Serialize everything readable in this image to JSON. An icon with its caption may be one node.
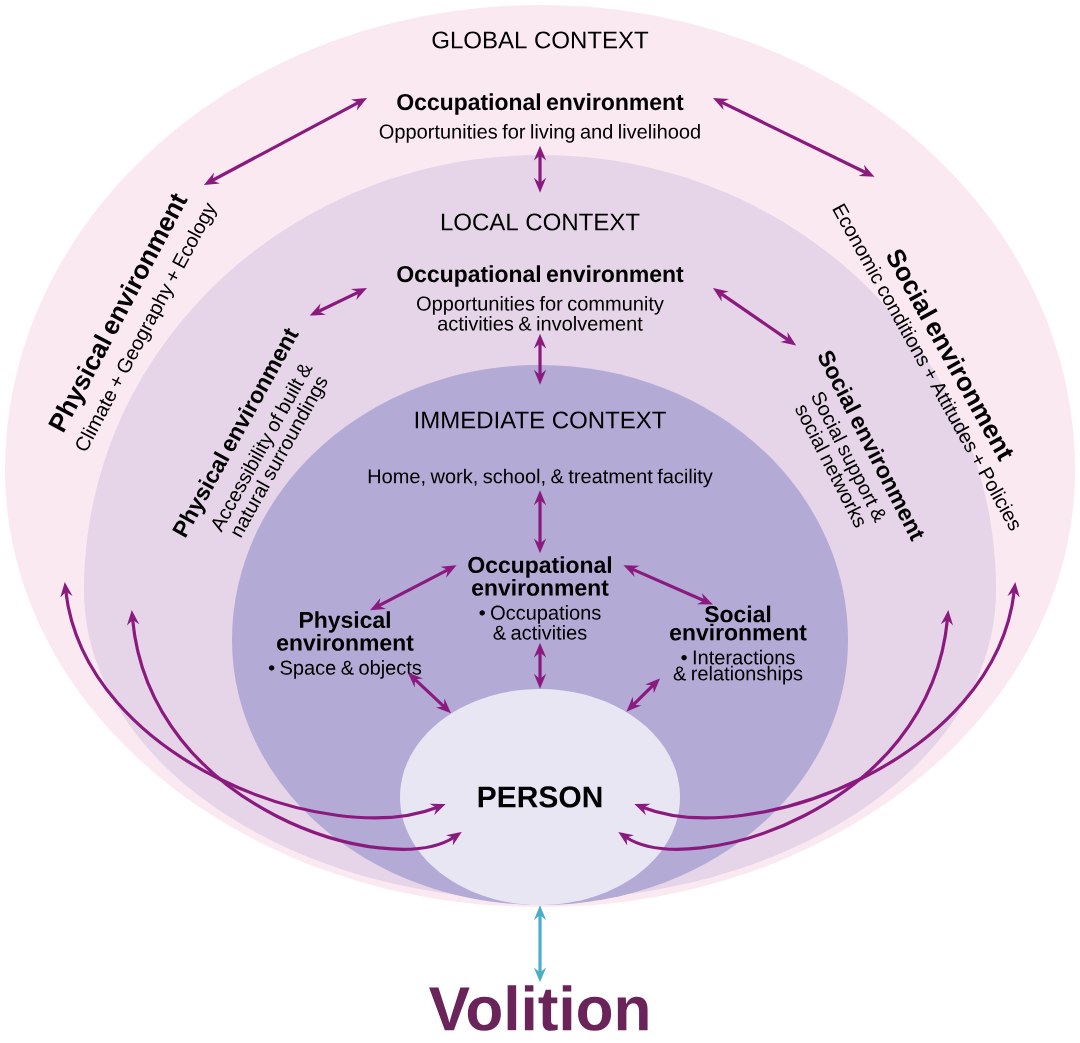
{
  "diagram": {
    "nodes": [
      {
        "text": [
          "GLOBAL CONTEXT"
        ]
      },
      {
        "text": [
          "Occupational environment",
          "Opportunities for living and livelihood"
        ],
        "in": 0
      },
      {
        "text": [
          "Physical environment",
          "Climate + Geography + Ecology"
        ],
        "in": 0
      },
      {
        "text": [
          "Social environment",
          "Economic conditions + Attitudes + Policies"
        ],
        "in": 0
      },
      {
        "text": [
          "LOCAL CONTEXT"
        ],
        "in": 0
      },
      {
        "text": [
          "Occupational environment",
          "Opportunities for community activities & involvement"
        ],
        "in": 4
      },
      {
        "text": [
          "Physical environment",
          "Accessibility of built & natural surroundings"
        ],
        "in": 4
      },
      {
        "text": [
          "Social environment",
          "Social support & social networks"
        ],
        "in": 4
      },
      {
        "text": [
          "IMMEDIATE CONTEXT"
        ],
        "in": 4
      },
      {
        "text": [
          "Home, work, school, & treatment facility"
        ],
        "in": 8
      },
      {
        "text": [
          "Occupational environment",
          "• Occupations & activities"
        ],
        "in": 8
      },
      {
        "text": [
          "Physical environment",
          "• Space & objects"
        ],
        "in": 8
      },
      {
        "text": [
          "Social environment",
          "• Interactions & relationships"
        ],
        "in": 8
      },
      {
        "text": [
          "PERSON"
        ],
        "in": 8
      },
      {
        "text": [
          "Volition"
        ]
      }
    ],
    "edges": [
      {
        "from": 1,
        "to": 2,
        "arrow": "both"
      },
      {
        "from": 1,
        "to": 3,
        "arrow": "both"
      },
      {
        "from": 1,
        "to": 4,
        "arrow": "both"
      },
      {
        "from": 5,
        "to": 6,
        "arrow": "both"
      },
      {
        "from": 5,
        "to": 7,
        "arrow": "both"
      },
      {
        "from": 5,
        "to": 8,
        "arrow": "both"
      },
      {
        "from": 9,
        "to": 10,
        "arrow": "both"
      },
      {
        "from": 10,
        "to": 11,
        "arrow": "both"
      },
      {
        "from": 10,
        "to": 12,
        "arrow": "both"
      },
      {
        "from": 11,
        "to": 13,
        "arrow": "both"
      },
      {
        "from": 10,
        "to": 13,
        "arrow": "both"
      },
      {
        "from": 12,
        "to": 13,
        "arrow": "both"
      },
      {
        "from": 0,
        "to": 13,
        "arrow": "both"
      },
      {
        "from": 4,
        "to": 13,
        "arrow": "both"
      },
      {
        "from": 0,
        "to": 13,
        "arrow": "both"
      },
      {
        "from": 4,
        "to": 13,
        "arrow": "both"
      },
      {
        "from": 13,
        "to": 14,
        "arrow": "both",
        "color": "#4aaec8"
      }
    ]
  }
}
